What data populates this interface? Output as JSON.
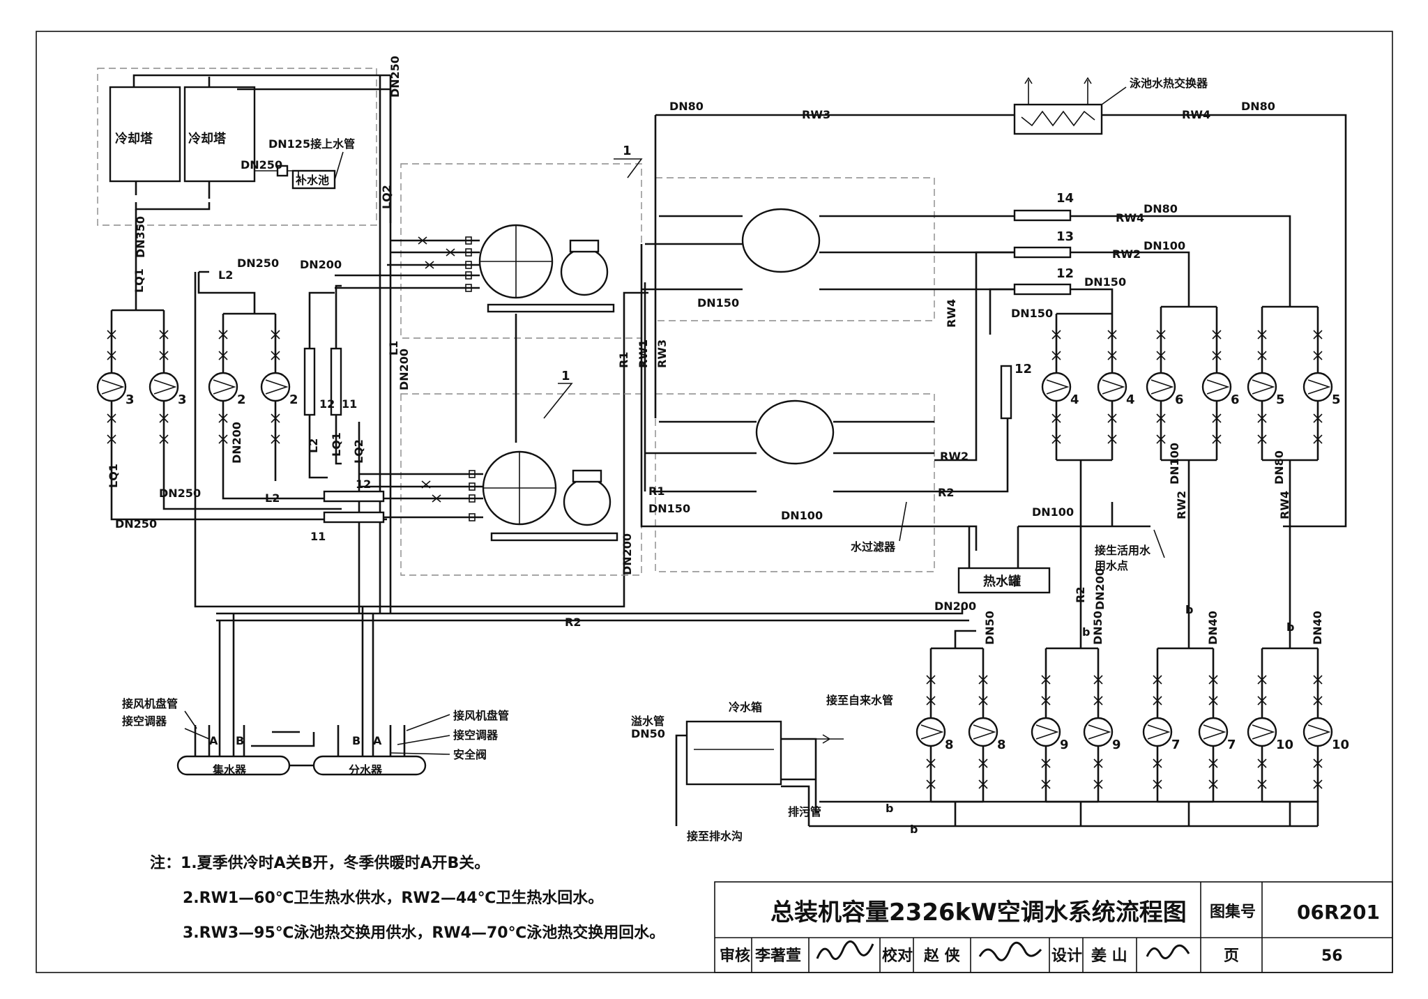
{
  "equipment": {
    "cooling_tower_1": "冷却塔",
    "cooling_tower_2": "冷却塔",
    "makeup_tank": "补水池",
    "makeup_pipe": "DN125接上水管",
    "pool_hx": "泳池水热交换器",
    "hot_water_tank": "热水罐",
    "cold_water_tank": "冷水箱",
    "water_filter": "水过滤器",
    "collector": "集水器",
    "distributor": "分水器"
  },
  "callouts": {
    "fan_coil_left": "接风机盘管",
    "ahu_left": "接空调器",
    "fan_coil_right": "接风机盘管",
    "ahu_right": "接空调器",
    "safety_valve": "安全阀",
    "overflow": "溢水管",
    "overflow_dn": "DN50",
    "tap_water": "接至自来水管",
    "drain_pipe": "排污管",
    "to_drain": "接至排水沟",
    "domestic": "接生活用水",
    "domestic2": "用水点"
  },
  "pipe_labels": {
    "dn250_top": "DN250",
    "dn350": "DN350",
    "lq1_a": "LQ1",
    "lq2_a": "LQ2",
    "l2_a": "L2",
    "dn250_a": "DN250",
    "dn200_a": "DN200",
    "dn250_b": "DN250",
    "dn250_c": "DN250",
    "dn200_b": "DN200",
    "l1": "L1",
    "dn200_c": "DN200",
    "l2_b": "L2",
    "lq1_b": "LQ1",
    "lq2_b": "LQ2",
    "l2_c": "L2",
    "lq1_c": "LQ1",
    "dn250_mu": "DN250",
    "dn80_a": "DN80",
    "rw3_top": "RW3",
    "rw4_top": "RW4",
    "dn80_b": "DN80",
    "rw4_b": "RW4",
    "dn80_c": "DN80",
    "rw2_a": "RW2",
    "dn100_a": "DN100",
    "dn150_a": "DN150",
    "dn150_b": "DN150",
    "dn150_c": "DN150",
    "rw4_v": "RW4",
    "r1_v": "R1",
    "rw1_v": "RW1",
    "rw3_v": "RW3",
    "rw2_b": "RW2",
    "r1_b": "R1",
    "dn150_d": "DN150",
    "r2_a": "R2",
    "dn100_b": "DN100",
    "dn100_c": "DN100",
    "dn200_d": "DN200",
    "dn200_e": "DN200",
    "r2_b": "R2",
    "r2_c": "R2",
    "dn200_f": "DN200",
    "dn100_d": "DN100",
    "rw2_c": "RW2",
    "dn80_d": "DN80",
    "rw4_c": "RW4",
    "b1": "b",
    "b2": "b",
    "b3": "b",
    "b4": "b",
    "b5": "b",
    "dn50_a": "DN50",
    "dn50_b": "DN50",
    "dn40_a": "DN40",
    "dn40_b": "DN40",
    "a_l": "A",
    "b_l": "B",
    "a_r": "A",
    "b_r": "B"
  },
  "pumps": [
    "3",
    "3",
    "2",
    "2",
    "4",
    "4",
    "6",
    "6",
    "5",
    "5",
    "8",
    "8",
    "9",
    "9",
    "7",
    "7",
    "10",
    "10"
  ],
  "tags": [
    "1",
    "1",
    "14",
    "13",
    "12",
    "12",
    "12",
    "11",
    "12",
    "11"
  ],
  "notes": [
    "注：1.夏季供冷时A关B开，冬季供暖时A开B关。",
    "2.RW1—60℃卫生热水供水，RW2—44℃卫生热水回水。",
    "3.RW3—95℃泳池热交换用供水，RW4—70℃泳池热交换用回水。"
  ],
  "title_block": {
    "title": "总装机容量2326kW空调水系统流程图",
    "atlas_label": "图集号",
    "atlas_no": "06R201",
    "review": "审核",
    "reviewer": "李著萱",
    "check": "校对",
    "checker": "赵 侠",
    "design": "设计",
    "designer": "姜 山",
    "page_label": "页",
    "page_no": "56"
  }
}
